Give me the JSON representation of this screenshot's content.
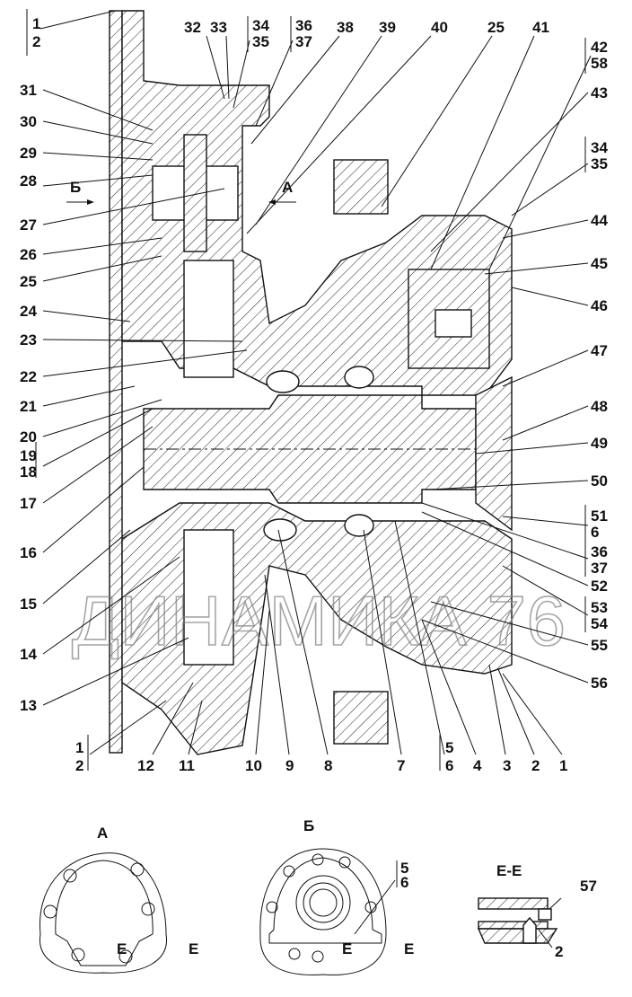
{
  "watermark": "ДИНАМИКА 76",
  "section_marks": {
    "a": "А",
    "b": "Б",
    "e": "Е",
    "ee": "Е-Е"
  },
  "callouts": {
    "c1": "1",
    "c2": "2",
    "c3": "3",
    "c4": "4",
    "c5": "5",
    "c6": "6",
    "c7": "7",
    "c8": "8",
    "c9": "9",
    "c10": "10",
    "c11": "11",
    "c12": "12",
    "c13": "13",
    "c14": "14",
    "c15": "15",
    "c16": "16",
    "c17": "17",
    "c18": "18",
    "c19": "19",
    "c20": "20",
    "c21": "21",
    "c22": "22",
    "c23": "23",
    "c24": "24",
    "c25": "25",
    "c26": "26",
    "c27": "27",
    "c28": "28",
    "c29": "29",
    "c30": "30",
    "c31": "31",
    "c32": "32",
    "c33": "33",
    "c34": "34",
    "c35": "35",
    "c36": "36",
    "c37": "37",
    "c38": "38",
    "c39": "39",
    "c40": "40",
    "c41": "41",
    "c42": "42",
    "c43": "43",
    "c44": "44",
    "c45": "45",
    "c46": "46",
    "c47": "47",
    "c48": "48",
    "c49": "49",
    "c50": "50",
    "c51": "51",
    "c52": "52",
    "c53": "53",
    "c54": "54",
    "c55": "55",
    "c56": "56",
    "c57": "57",
    "c58": "58"
  }
}
